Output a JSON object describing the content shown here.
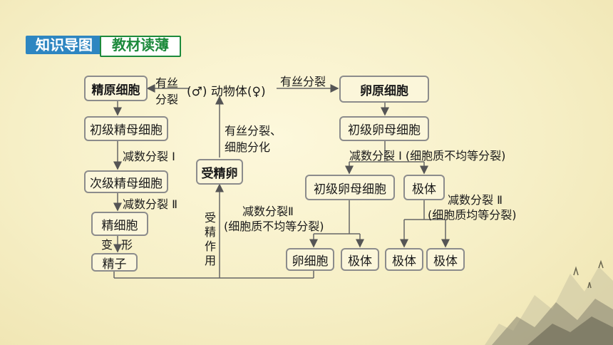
{
  "header": {
    "tag1": "知识导图",
    "tag2": "教材读薄"
  },
  "boxes": {
    "jingyuan": "精原细胞",
    "chuji_jingmu": "初级精母细胞",
    "ciji_jingmu": "次级精母细胞",
    "jingxibao": "精细胞",
    "jingzi": "精子",
    "shoujingluan": "受精卵",
    "luanyuan": "卵原细胞",
    "chuji_luanmu": "初级卵母细胞",
    "chuji_luanmu2": "初级卵母细胞",
    "jiti1": "极体",
    "luanxibao": "卵细胞",
    "jiti2": "极体",
    "jiti3": "极体",
    "jiti4": "极体"
  },
  "labels": {
    "mitosis_left_1": "有丝",
    "mitosis_left_2": "分裂",
    "organism": "(♂) 动物体(♀)",
    "mitosis_right": "有丝分裂",
    "mitosis_diff_1": "有丝分裂、",
    "mitosis_diff_2": "细胞分化",
    "meiosis1_male": "减数分裂 Ⅰ",
    "meiosis2_male": "减数分裂 Ⅱ",
    "transform_1": "变",
    "transform_2": "形",
    "fertilization": "受精作用",
    "meiosis1_female": "减数分裂 Ⅰ (细胞质不均等分裂)",
    "meiosis2_a_1": "减数分裂Ⅱ",
    "meiosis2_a_2": "(细胞质不均等分裂)",
    "meiosis2_b_1": "减数分裂 Ⅱ",
    "meiosis2_b_2": "(细胞质均等分裂)"
  }
}
